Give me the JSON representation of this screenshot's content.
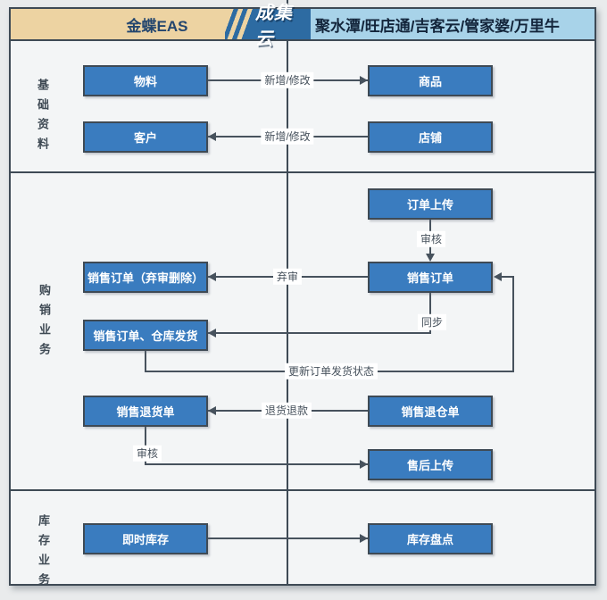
{
  "header": {
    "eas_title": "金蝶EAS",
    "brand": "成集云",
    "platforms": "聚水潭/旺店通/吉客云/管家婆/万里牛"
  },
  "flow": {
    "lanes": [
      {
        "label": "基础资料"
      },
      {
        "label": "购销业务"
      },
      {
        "label": "库存业务"
      }
    ],
    "nodes": [
      {
        "label": "物料"
      },
      {
        "label": "商品"
      },
      {
        "label": "客户"
      },
      {
        "label": "店铺"
      },
      {
        "label": "订单上传"
      },
      {
        "label": "销售订单（弃审删除）"
      },
      {
        "label": "销售订单"
      },
      {
        "label": "销售订单、仓库发货"
      },
      {
        "label": "销售退货单"
      },
      {
        "label": "销售退仓单"
      },
      {
        "label": "售后上传"
      },
      {
        "label": "即时库存"
      },
      {
        "label": "库存盘点"
      }
    ],
    "edges": [
      {
        "label": "新增/修改"
      },
      {
        "label": "新增/修改"
      },
      {
        "label": "审核"
      },
      {
        "label": "弃审"
      },
      {
        "label": "同步"
      },
      {
        "label": "更新订单发货状态"
      },
      {
        "label": "退货退款"
      },
      {
        "label": "审核"
      }
    ]
  },
  "colors": {
    "page-bg": "#e9ebec",
    "panel-bg": "#f3f5f6",
    "panel-border": "#3e4a55",
    "node-fill": "#3a7cbf",
    "node-border": "#3e4a55",
    "node-text": "#ffffff",
    "line": "#47525d",
    "label-text": "#47525d",
    "label-bg": "#ffffff",
    "header-tan": "#edd3a2",
    "header-blue": "#2d6ba2",
    "header-lightblue": "#a8d3e9",
    "header-navy": "#24466e",
    "platforms-text": "#13253b",
    "lane-text": "#3f4a54"
  }
}
